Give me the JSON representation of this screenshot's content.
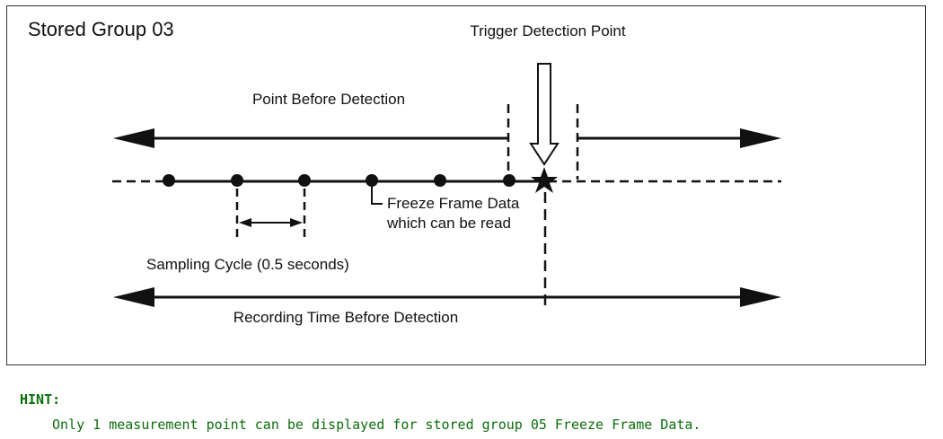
{
  "diagram": {
    "group_title": "Stored Group 03",
    "trigger_label": "Trigger Detection Point",
    "point_before_label": "Point Before Detection",
    "freeze_frame_label_line1": "Freeze Frame Data",
    "freeze_frame_label_line2": "which can be read",
    "sampling_cycle_label": "Sampling Cycle (0.5 seconds)",
    "recording_time_label": "Recording Time Before Detection"
  },
  "hint": {
    "title": "HINT:",
    "text": "Only 1 measurement point can be displayed for stored group 05 Freeze Frame Data."
  }
}
